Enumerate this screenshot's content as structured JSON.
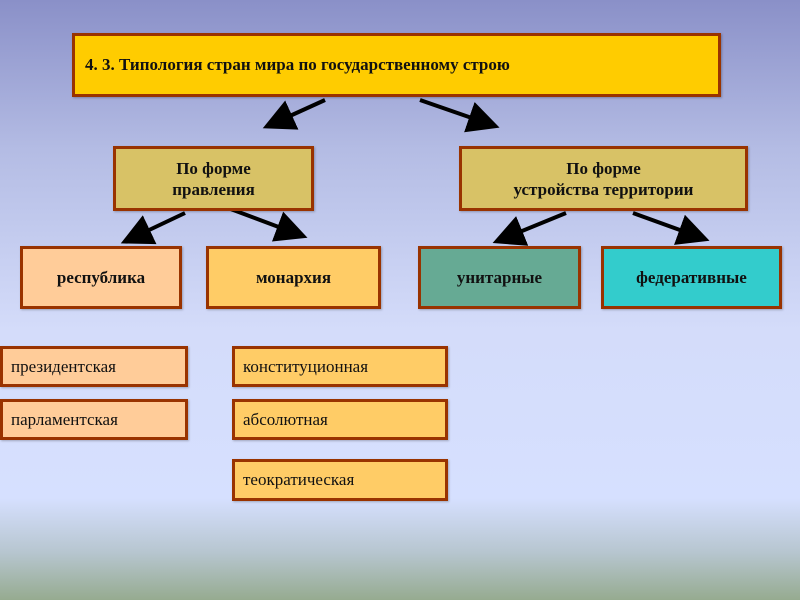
{
  "title": "4. 3. Типология стран мира по государственному строю",
  "branches": {
    "government_form": {
      "line1": "По форме",
      "line2": "правления"
    },
    "territory_form": {
      "line1": "По форме",
      "line2": "устройства территории"
    }
  },
  "categories": {
    "republic": "республика",
    "monarchy": "монархия",
    "unitary": "унитарные",
    "federal": "федеративные"
  },
  "republic_types": [
    "президентская",
    "парламентская"
  ],
  "monarchy_types": [
    "конституционная",
    "абсолютная",
    "теократическая"
  ],
  "colors": {
    "title": "#ffcc00",
    "branch": "#d8c266",
    "republic": "#ffcc99",
    "monarchy": "#ffcc66",
    "unitary": "#66aa94",
    "federal": "#33cccc",
    "border": "#993300"
  }
}
